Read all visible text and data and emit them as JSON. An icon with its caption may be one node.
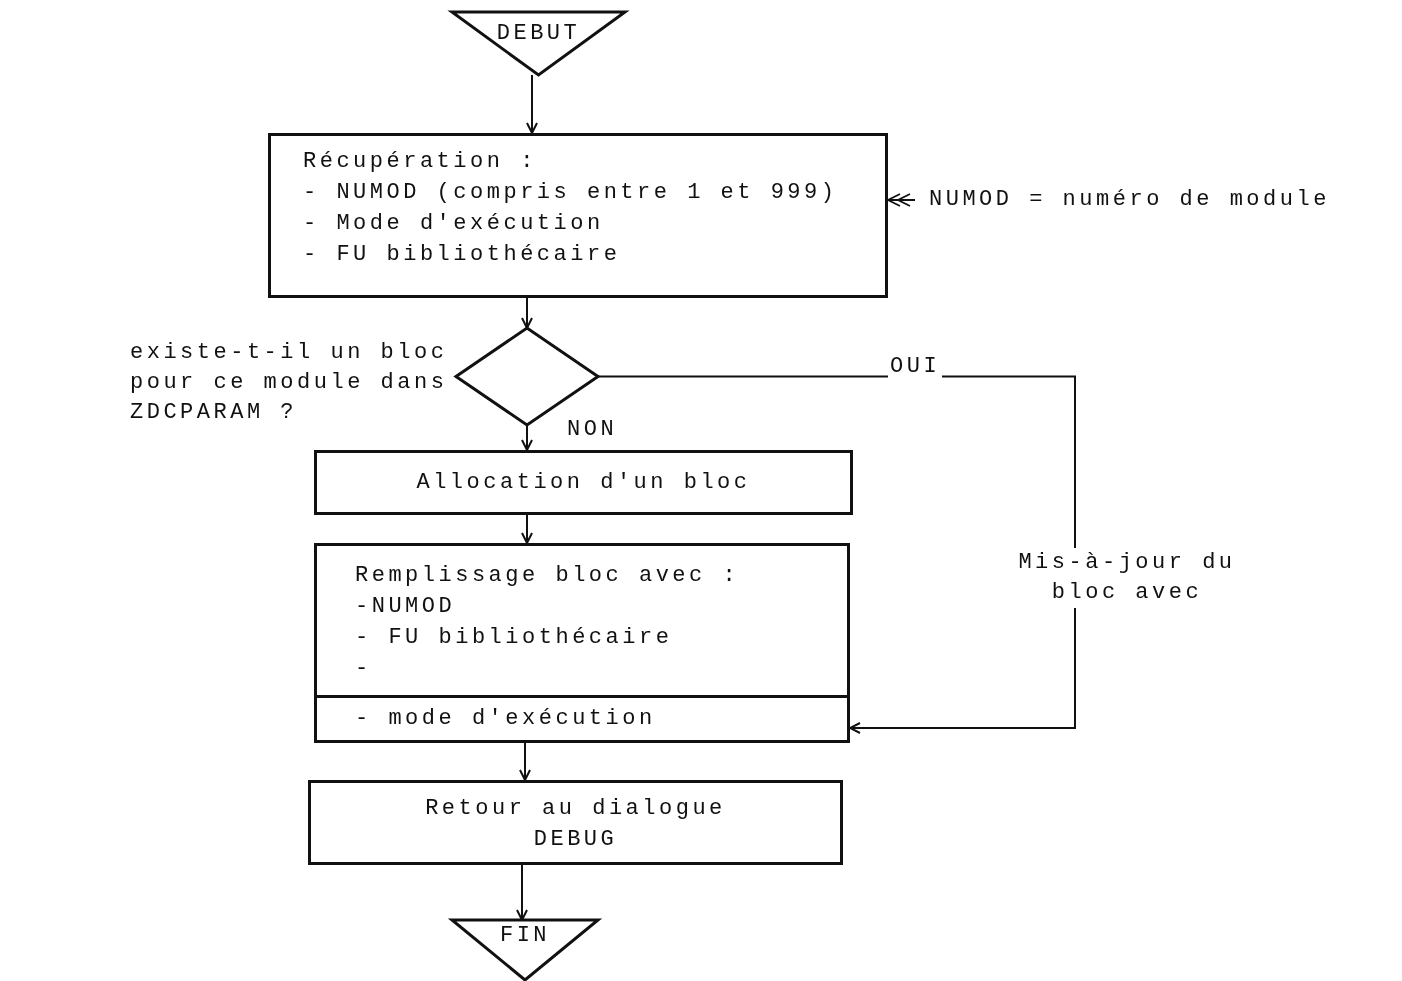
{
  "diagram": {
    "nodes": [
      {
        "text": [
          "DEBUT"
        ]
      },
      {
        "text": [
          "Récupération :",
          "- NUMOD (compris entre 1 et 999)",
          "- Mode d'exécution",
          "- FU bibliothécaire"
        ]
      },
      {
        "text": [
          "NUMOD = numéro de module"
        ]
      },
      {
        "text": [],
        "shape": "diamond",
        "beside": [
          "existe-t-il un bloc pour ce module dans ZDCPARAM ?"
        ]
      },
      {
        "text": [
          "Allocation d'un bloc"
        ]
      },
      {
        "text": [
          "Remplissage bloc avec :",
          "-NUMOD",
          "- FU bibliothécaire",
          "-"
        ]
      },
      {
        "text": [
          "- mode d'exécution"
        ]
      },
      {
        "text": [
          "Retour au dialogue DEBUG"
        ]
      },
      {
        "text": [
          "FIN"
        ]
      }
    ],
    "edges": [
      {
        "from": 0,
        "to": 1,
        "arrow": "to"
      },
      {
        "from": 2,
        "to": 1,
        "arrow": "to"
      },
      {
        "from": 1,
        "to": 3,
        "arrow": "to"
      },
      {
        "from": 3,
        "to": 4,
        "arrow": "to",
        "label": "NON"
      },
      {
        "from": 3,
        "to": 6,
        "arrow": "to",
        "label": "OUI"
      },
      {
        "from": 4,
        "to": 5,
        "arrow": "to"
      },
      {
        "from": 6,
        "to": 7,
        "arrow": "to"
      },
      {
        "from": 7,
        "to": 8,
        "arrow": "to"
      }
    ],
    "labels": [
      "Mis-à-jour du bloc avec"
    ]
  }
}
